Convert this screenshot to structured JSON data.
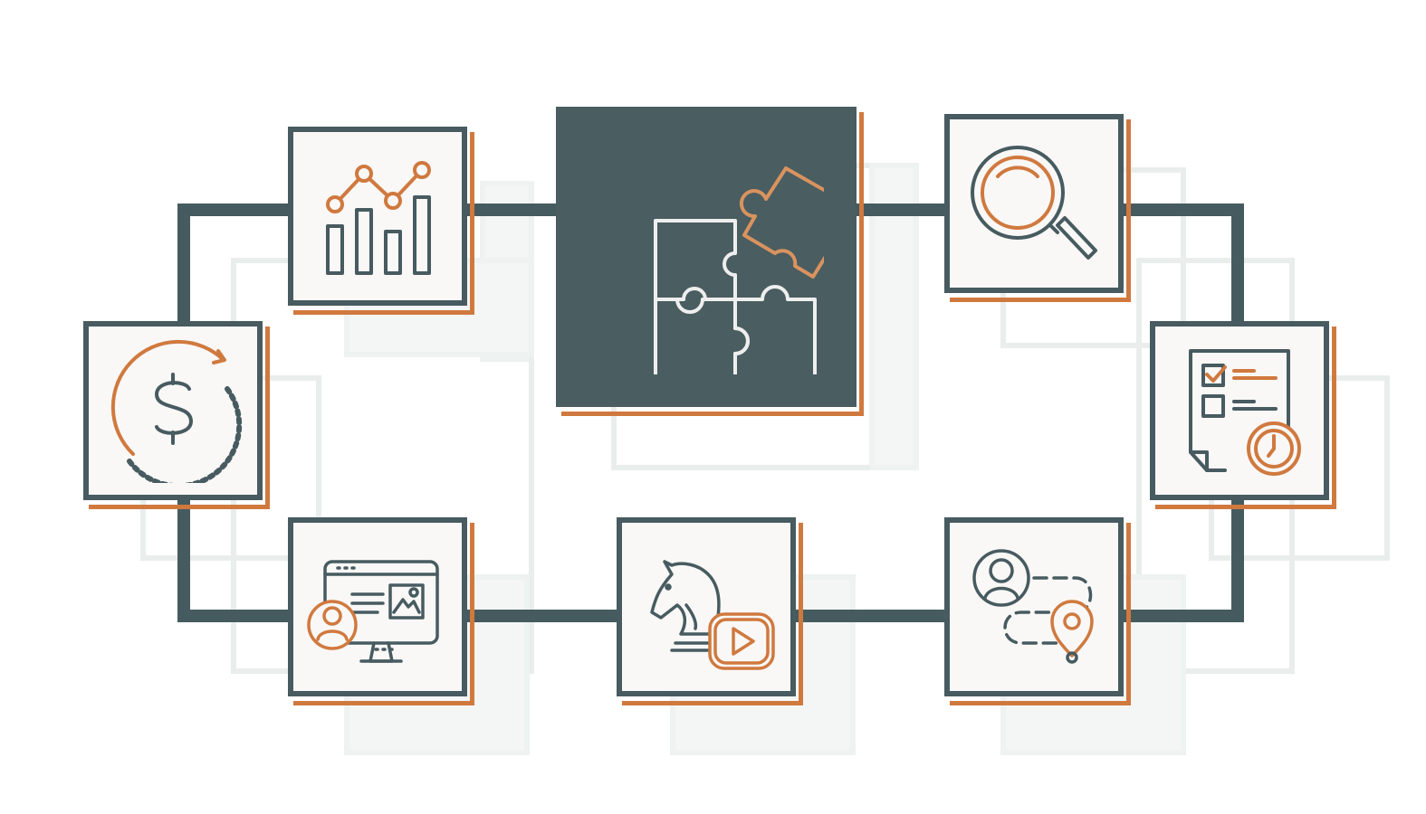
{
  "colors": {
    "frame": "#475b60",
    "accent": "#d0793f",
    "center_fill": "#4a5d61",
    "card_fill": "#f9f8f6",
    "puzzle_light": "#eeeeee",
    "watermark": "#e9eeed"
  },
  "diagram": {
    "center": {
      "icon": "puzzle-pieces-icon"
    },
    "nodes": [
      {
        "id": "analytics",
        "icon": "bar-chart-growth-icon"
      },
      {
        "id": "search",
        "icon": "magnifying-glass-icon"
      },
      {
        "id": "checklist",
        "icon": "checklist-clock-icon"
      },
      {
        "id": "journey",
        "icon": "user-journey-location-icon"
      },
      {
        "id": "strategy",
        "icon": "chess-knight-video-icon"
      },
      {
        "id": "web-user",
        "icon": "monitor-user-icon"
      },
      {
        "id": "revenue",
        "icon": "dollar-cycle-icon"
      }
    ]
  }
}
